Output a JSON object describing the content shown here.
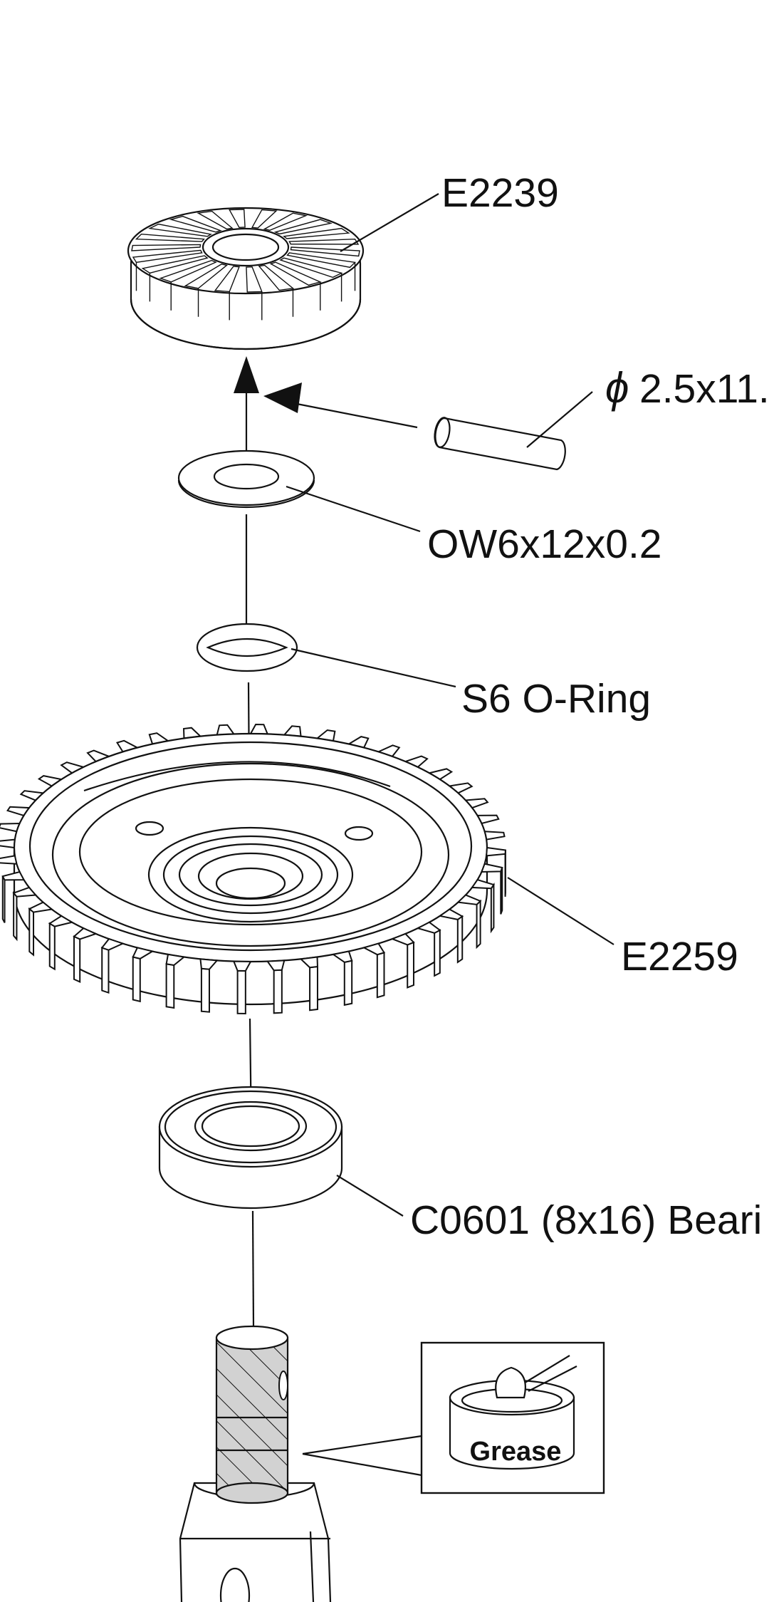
{
  "parts": {
    "bevel_gear": "E2239",
    "pin": "2.5x11.",
    "pin_symbol": "ϕ",
    "washer": "OW6x12x0.2",
    "o_ring": "S6 O-Ring",
    "spur_gear": "E2259",
    "bearing": "C0601 (8x16) Beari"
  },
  "grease_box": {
    "label": "Grease"
  },
  "colors": {
    "line": "#111111",
    "background": "#ffffff",
    "hatch_fill": "#d2d2d2"
  }
}
